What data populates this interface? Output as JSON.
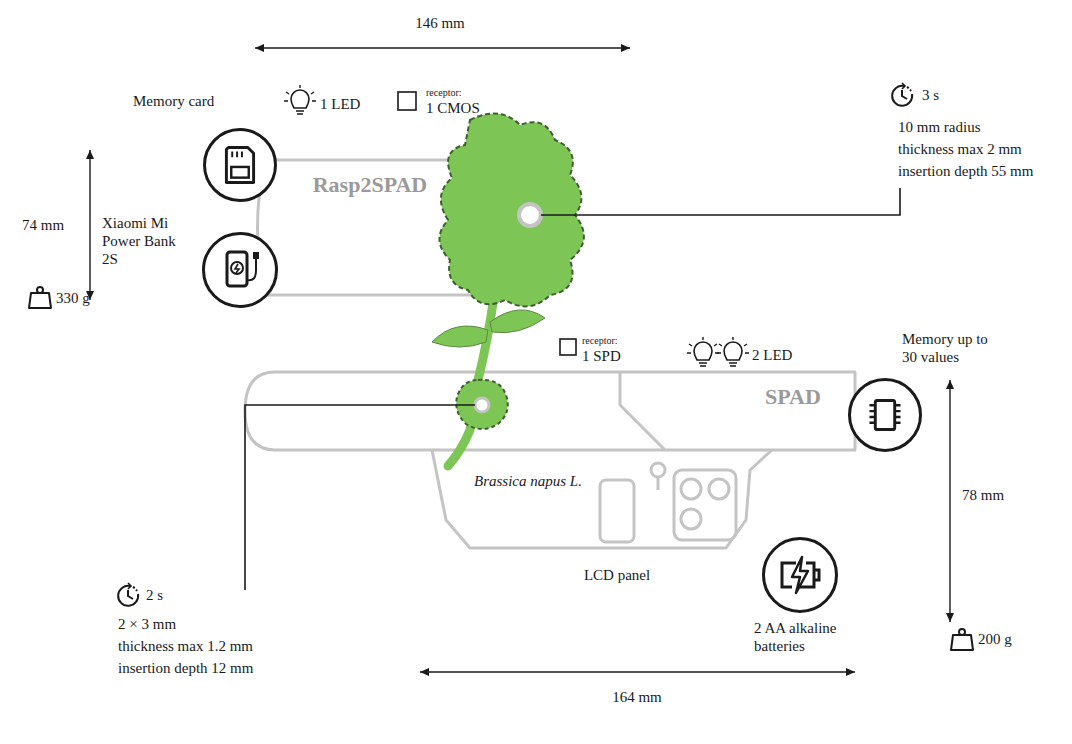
{
  "diagram": {
    "nodes": [
      {
        "text": [
          "Rasp2SPAD"
        ]
      },
      {
        "text": [
          "SPAD"
        ]
      },
      {
        "text": [
          "Memory card"
        ]
      },
      {
        "text": [
          "Xiaomi Mi Power Bank 2S"
        ]
      },
      {
        "text": [
          "Memory up to 30 values"
        ]
      },
      {
        "text": [
          "2 AA alkaline batteries"
        ]
      }
    ],
    "edges": [],
    "labels": [
      "146 mm",
      "74 mm",
      "330 g",
      "1 LED",
      "receptor:",
      "1 CMOS",
      "3 s",
      "10 mm radius",
      "thickness max 2 mm",
      "insertion depth 55 mm",
      "receptor:",
      "1 SPD",
      "2 LED",
      "Brassica napus L.",
      "2 s",
      "2 × 3 mm",
      "thickness max 1.2 mm",
      "insertion depth 12 mm",
      "LCD panel",
      "78 mm",
      "200 g",
      "164 mm"
    ]
  }
}
